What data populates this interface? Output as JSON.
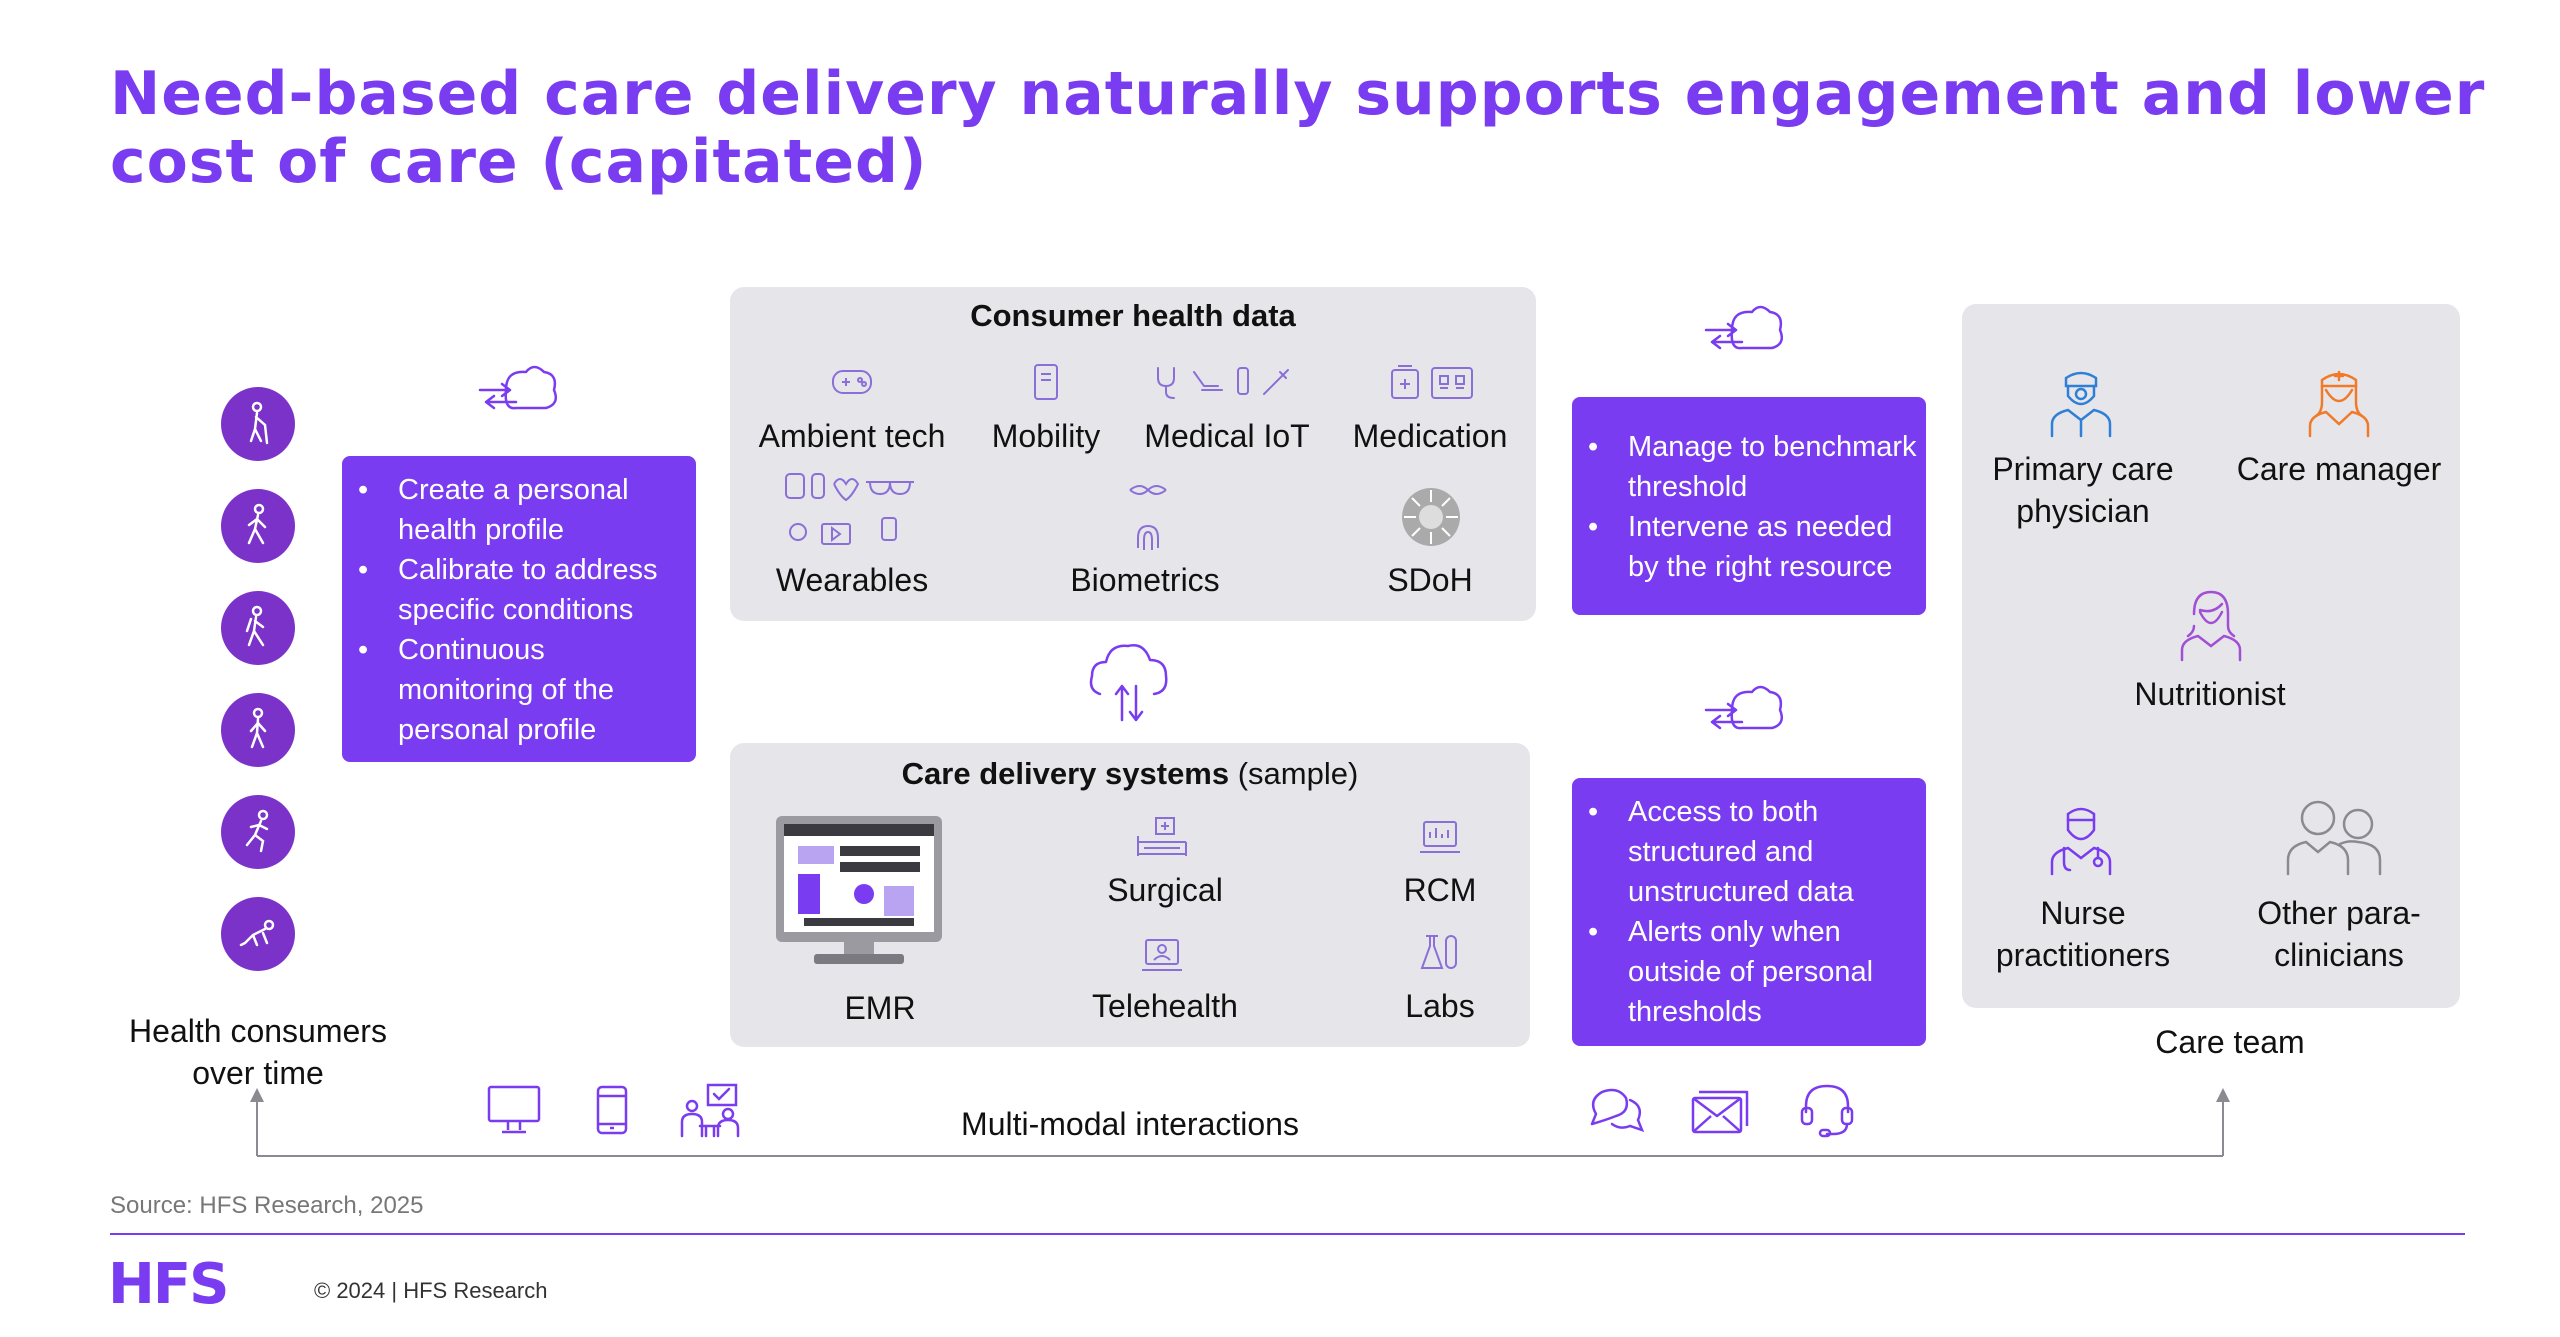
{
  "title": "Need-based care delivery naturally supports engagement and lower cost of care (capitated)",
  "consumers": {
    "label": "Health consumers over time",
    "icons": [
      "elderly-walker-icon",
      "walking-person-icon",
      "hiking-person-icon",
      "walking-person-icon",
      "running-person-icon",
      "crawling-baby-icon"
    ]
  },
  "profile_box": {
    "bullets": [
      "Create a personal health profile",
      "Calibrate to address specific conditions",
      "Continuous monitoring of the personal profile"
    ]
  },
  "consumer_health_data": {
    "title": "Consumer health data",
    "items": [
      "Ambient tech",
      "Mobility",
      "Medical IoT",
      "Medication",
      "Wearables",
      "Biometrics",
      "SDoH"
    ]
  },
  "care_delivery": {
    "title_bold": "Care delivery systems",
    "title_rest": " (sample)",
    "items": [
      "EMR",
      "Surgical",
      "RCM",
      "Telehealth",
      "Labs"
    ]
  },
  "threshold_box": {
    "bullets": [
      "Manage to benchmark threshold",
      "Intervene as needed by the right resource"
    ]
  },
  "access_box": {
    "bullets": [
      "Access to both structured and unstructured data",
      "Alerts only when outside of personal thresholds"
    ]
  },
  "care_team": {
    "label": "Care team",
    "members": [
      "Primary care physician",
      "Care manager",
      "Nutritionist",
      "Nurse practitioners",
      "Other para-clinicians"
    ]
  },
  "interactions": {
    "label": "Multi-modal interactions"
  },
  "source": "Source: HFS Research, 2025",
  "footer": {
    "logo": "HFS",
    "copyright": "© 2024 | HFS Research"
  },
  "colors": {
    "accent": "#7a3cf0",
    "circle": "#7a32c9",
    "panel": "#e6e6ea",
    "orange": "#f07a2a",
    "blue": "#2f7fd6"
  }
}
